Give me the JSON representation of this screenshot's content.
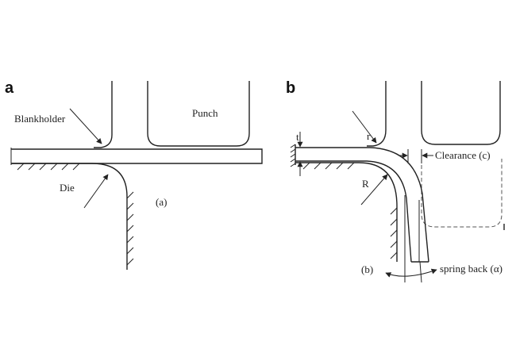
{
  "panels": {
    "a": {
      "letter": "a",
      "caption": "(a)",
      "labels": {
        "blankholder": "Blankholder",
        "punch": "Punch",
        "die": "Die"
      }
    },
    "b": {
      "letter": "b",
      "caption": "(b)",
      "labels": {
        "t": "t",
        "r": "r",
        "R": "R",
        "clearance": "Clearance (c)",
        "springback": "spring back (α)"
      }
    }
  }
}
